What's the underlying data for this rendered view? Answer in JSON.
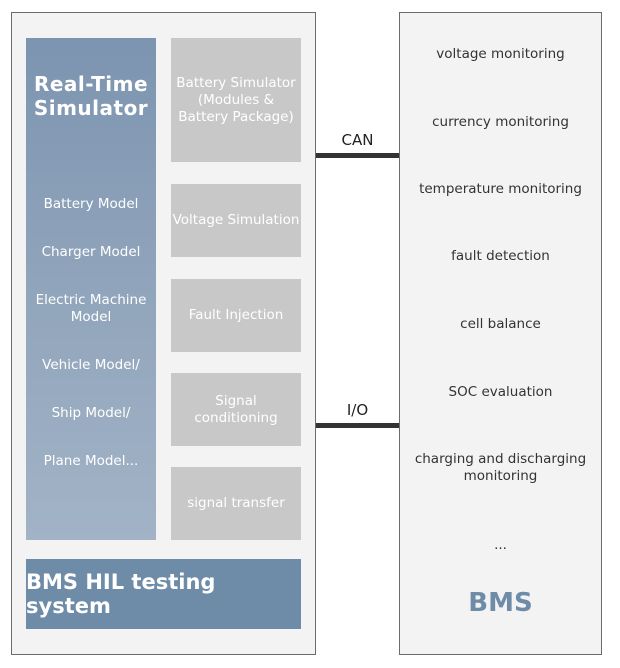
{
  "left_system": {
    "realtime_simulator": {
      "title": "Real-Time\nSimulator",
      "items": [
        "Battery Model",
        "Charger Model",
        "Electric Machine\nModel",
        "Vehicle Model/",
        "Ship Model/",
        "Plane Model..."
      ]
    },
    "modules": [
      "Battery Simulator\n(Modules &\nBattery Package)",
      "Voltage Simulation",
      "Fault Injection",
      "Signal\nconditioning",
      "signal transfer"
    ],
    "system_label": "BMS HIL testing system"
  },
  "connections": {
    "top_label": "CAN",
    "bottom_label": "I/O"
  },
  "bms": {
    "functions": [
      "voltage monitoring",
      "currency monitoring",
      "temperature monitoring",
      "fault detection",
      "cell balance",
      "SOC evaluation",
      "charging and discharging\nmonitoring",
      "..."
    ],
    "title": "BMS"
  },
  "colors": {
    "accent": "#6e8ca7",
    "module_gray": "#c8c8c8",
    "panel_bg": "#f3f3f3",
    "connector": "#333333"
  }
}
